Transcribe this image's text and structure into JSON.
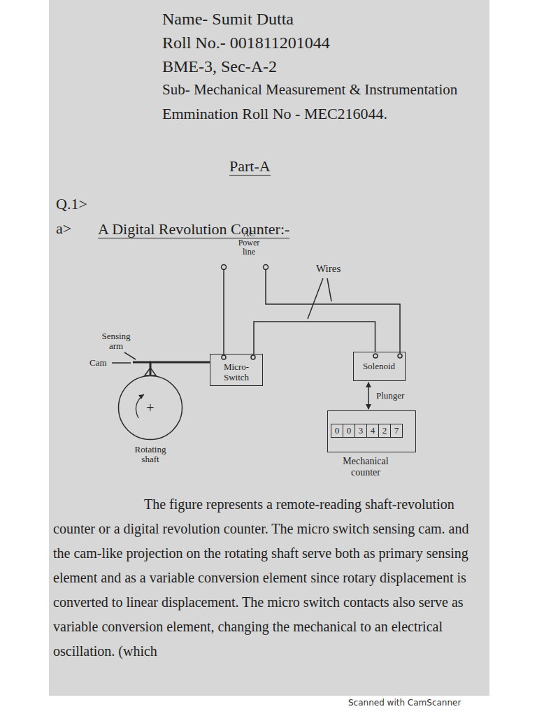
{
  "diagram": {
    "nodes": [
      {
        "text": [
          "Micro- Switch"
        ]
      },
      {
        "text": [
          "Solenoid"
        ]
      },
      {
        "text": [
          "+",
          "Rotating shaft"
        ]
      },
      {
        "text": [
          "Mechanical counter"
        ]
      },
      {
        "text": [
          "0",
          "0",
          "3",
          "4",
          "2",
          "7"
        ],
        "in": 3
      }
    ],
    "edges": [
      {
        "from": 0,
        "to": 2,
        "arrow": "none"
      },
      {
        "from": 0,
        "to": 1,
        "arrow": "none"
      },
      {
        "from": 1,
        "to": 3,
        "arrow": "both",
        "label": "Plunger"
      }
    ],
    "labels": [
      "Name- Sumit Dutta",
      "Roll No.- 001811201044",
      "BME-3, Sec-A-2",
      "Sub- Mechanical Measurement & Instrumentation",
      "Emmination Roll No - MEC216044.",
      "Part-A",
      "Q.1>",
      "a>",
      "A Digital Revolution Counter:-",
      "AC Power line",
      "Wires",
      "Sensing arm",
      "Cam",
      "The figure represents a remote-reading shaft-revolution counter or a digital revolution counter. The micro switch sensing cam. and the cam-like projection on the rotating shaft serve both as primary sensing element and as a variable conversion element since rotary displacement is converted to linear displacement. The micro switch contacts also serve as variable conversion element, changing the mechanical to an electrical oscillation. (which",
      "Scanned with CamScanner"
    ]
  }
}
